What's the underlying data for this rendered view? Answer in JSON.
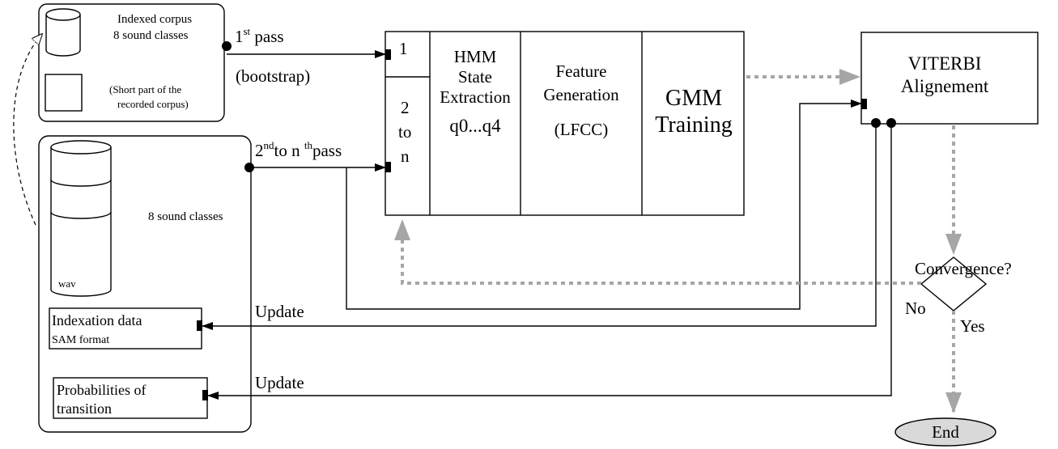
{
  "corpus_box": {
    "title_line1": "Indexed corpus",
    "title_line2": "8 sound classes",
    "note_line1": "(Short part of the",
    "note_line2": "recorded corpus)"
  },
  "main_corpus": {
    "classes_label": "8 sound classes",
    "wav_label": "wav",
    "indexation_line1": "Indexation data",
    "indexation_line2": "SAM format",
    "probabilities_line1": "Probabilities of",
    "probabilities_line2": "transition"
  },
  "passes": {
    "first_prefix": "1",
    "first_sup": "st",
    "first_suffix": " pass",
    "first_sub": "(bootstrap)",
    "second_prefix": "2",
    "second_sup1": "nd",
    "second_mid": "to n ",
    "second_sup2": "th",
    "second_suffix": "pass"
  },
  "pipeline": {
    "port_1": "1",
    "port_2n_line1": "2",
    "port_2n_line2": "to",
    "port_2n_line3": "n",
    "hmm_line1": "HMM",
    "hmm_line2": "State",
    "hmm_line3": "Extraction",
    "hmm_line4": "q0...q4",
    "feat_line1": "Feature",
    "feat_line2": "Generation",
    "feat_line3": "(LFCC)",
    "gmm_line1": "GMM",
    "gmm_line2": "Training"
  },
  "viterbi": {
    "line1": "VITERBI",
    "line2": "Alignement"
  },
  "decision": {
    "label": "Convergence?",
    "no": "No",
    "yes": "Yes"
  },
  "updates": {
    "update1": "Update",
    "update2": "Update"
  },
  "end": {
    "label": "End"
  }
}
